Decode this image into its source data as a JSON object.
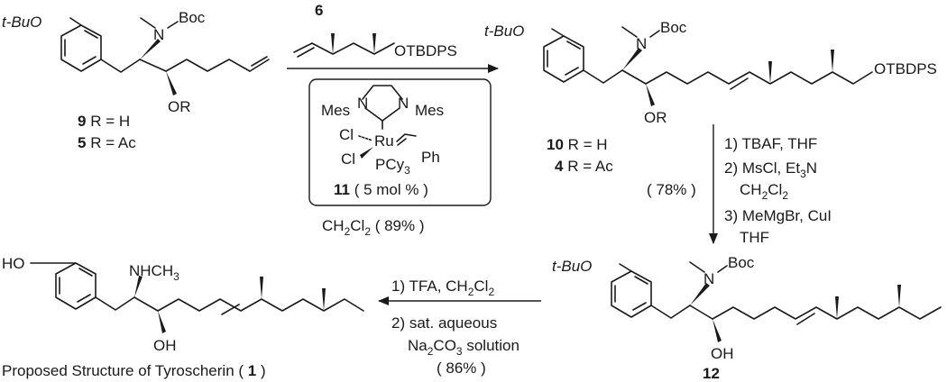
{
  "compound_9_5": {
    "substituent": "t-BuO",
    "n_group": "N",
    "boc": "Boc",
    "or": "OR",
    "label_9_num": "9",
    "label_9_text": " R = H",
    "label_5_num": "5",
    "label_5_text": " R = Ac"
  },
  "reagent_6": {
    "number": "6",
    "group": "OTBDPS"
  },
  "catalyst_11": {
    "mes_left": "Mes",
    "n_left": "N",
    "n_right": "N",
    "mes_right": "Mes",
    "cl_top": "Cl",
    "ru": "Ru",
    "cl_bottom": "Cl",
    "pcy3": "PCy",
    "pcy3_sub": "3",
    "ph": "Ph",
    "label_num": "11",
    "label_text": " ( 5 mol % )"
  },
  "step1_conditions": {
    "solvent": "CH",
    "sub1": "2",
    "cl": "Cl",
    "sub2": "2",
    "yield": " ( 89% )"
  },
  "compound_10_4": {
    "substituent": "t-BuO",
    "n_group": "N",
    "boc": "Boc",
    "or": "OR",
    "tail": "OTBDPS",
    "label_10_num": "10",
    "label_10_text": " R = H",
    "label_4_num": "4",
    "label_4_text": " R = Ac"
  },
  "step2_conditions": {
    "line1": "1) TBAF, THF",
    "line2": "2) MsCl, Et",
    "line2_sub": "3",
    "line2_end": "N",
    "line3": "CH",
    "line3_sub1": "2",
    "line3_cl": "Cl",
    "line3_sub2": "2",
    "line4": "3) MeMgBr, CuI",
    "line5": "THF",
    "yield": "( 78% )"
  },
  "compound_12": {
    "substituent": "t-BuO",
    "n_group": "N",
    "boc": "Boc",
    "oh": "OH",
    "label": "12"
  },
  "step3_conditions": {
    "line1": "1) TFA, CH",
    "line1_sub1": "2",
    "line1_cl": "Cl",
    "line1_sub2": "2",
    "line2": "2) sat. aqueous",
    "line3": "Na",
    "line3_sub1": "2",
    "line3_co": "CO",
    "line3_sub2": "3",
    "line3_end": " solution",
    "yield": "( 86% )"
  },
  "compound_1": {
    "ho": "HO",
    "nhch3": "NHCH",
    "nhch3_sub": "3",
    "oh": "OH",
    "caption": "Proposed Structure of Tyroscherin ( ",
    "caption_num": "1",
    "caption_end": " )"
  }
}
